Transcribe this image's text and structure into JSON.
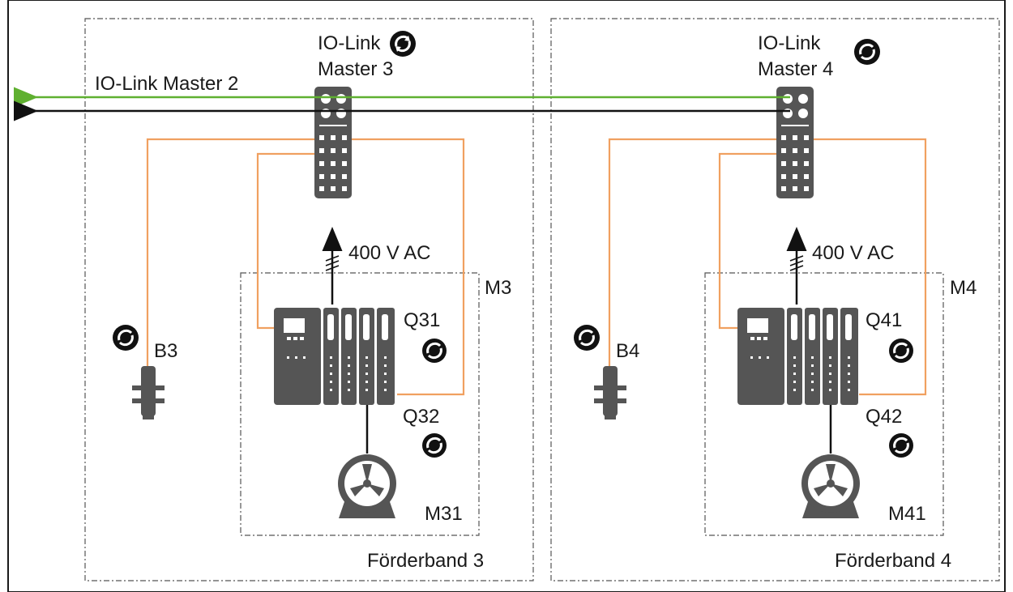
{
  "colors": {
    "green_line": "#5fb030",
    "black_line": "#111111",
    "orange_wire": "#f0a060",
    "device_gray": "#555555",
    "frame": "#1a1a1a"
  },
  "icons": [
    "io-link-badge-icon",
    "io-link-master-module-icon",
    "motor-starter-icon",
    "inductive-sensor-icon",
    "motor-icon"
  ],
  "bus": {
    "label": "IO-Link Master 2"
  },
  "sections": [
    {
      "name": "Förderband 3",
      "master": {
        "line1": "IO-Link",
        "line2": "Master 3"
      },
      "power": "400 V AC",
      "module": "M3",
      "sensor": "B3",
      "starters": [
        "Q31",
        "Q32"
      ],
      "motor": "M31"
    },
    {
      "name": "Förderband 4",
      "master": {
        "line1": "IO-Link",
        "line2": "Master 4"
      },
      "power": "400 V AC",
      "module": "M4",
      "sensor": "B4",
      "starters": [
        "Q41",
        "Q42"
      ],
      "motor": "M41"
    }
  ]
}
